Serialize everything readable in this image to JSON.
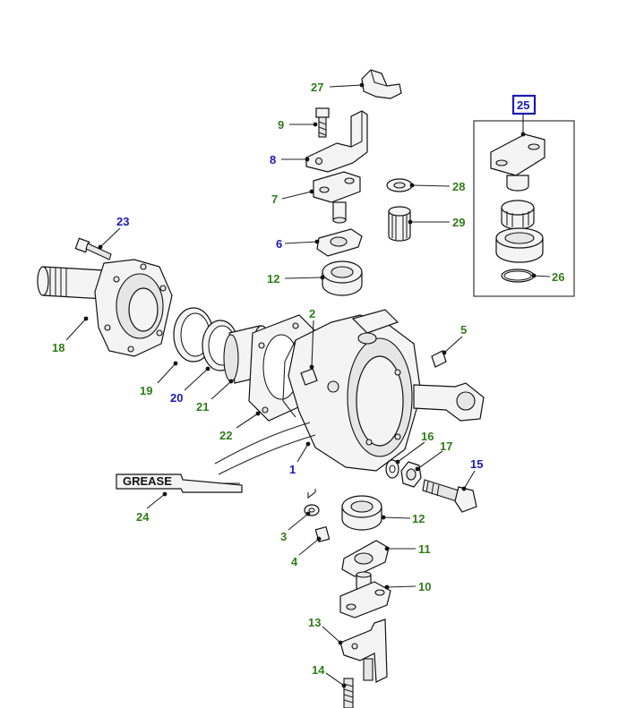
{
  "callouts": [
    {
      "id": "c27",
      "text": "27",
      "color": "green"
    },
    {
      "id": "c25",
      "text": "25",
      "color": "blue"
    },
    {
      "id": "c9",
      "text": "9",
      "color": "green"
    },
    {
      "id": "c8",
      "text": "8",
      "color": "blue"
    },
    {
      "id": "c7",
      "text": "7",
      "color": "green"
    },
    {
      "id": "c28",
      "text": "28",
      "color": "green"
    },
    {
      "id": "c29",
      "text": "29",
      "color": "green"
    },
    {
      "id": "c6",
      "text": "6",
      "color": "blue"
    },
    {
      "id": "c12a",
      "text": "12",
      "color": "green"
    },
    {
      "id": "c23",
      "text": "23",
      "color": "blue"
    },
    {
      "id": "c26",
      "text": "26",
      "color": "green"
    },
    {
      "id": "c18",
      "text": "18",
      "color": "green"
    },
    {
      "id": "c2",
      "text": "2",
      "color": "green"
    },
    {
      "id": "c5",
      "text": "5",
      "color": "green"
    },
    {
      "id": "c19",
      "text": "19",
      "color": "green"
    },
    {
      "id": "c20",
      "text": "20",
      "color": "blue"
    },
    {
      "id": "c21",
      "text": "21",
      "color": "green"
    },
    {
      "id": "c22",
      "text": "22",
      "color": "green"
    },
    {
      "id": "c16",
      "text": "16",
      "color": "green"
    },
    {
      "id": "c17",
      "text": "17",
      "color": "green"
    },
    {
      "id": "c15",
      "text": "15",
      "color": "blue"
    },
    {
      "id": "c1",
      "text": "1",
      "color": "blue"
    },
    {
      "id": "c24",
      "text": "24",
      "color": "green"
    },
    {
      "id": "c3",
      "text": "3",
      "color": "green"
    },
    {
      "id": "c12b",
      "text": "12",
      "color": "green"
    },
    {
      "id": "c4",
      "text": "4",
      "color": "green"
    },
    {
      "id": "c11",
      "text": "11",
      "color": "green"
    },
    {
      "id": "c10",
      "text": "10",
      "color": "green"
    },
    {
      "id": "c13",
      "text": "13",
      "color": "green"
    },
    {
      "id": "c14",
      "text": "14",
      "color": "green"
    }
  ],
  "grease_label": "GREASE",
  "colors": {
    "green": "#2e7d1a",
    "blue": "#1a1ab4",
    "box": "#1a1ab4"
  }
}
